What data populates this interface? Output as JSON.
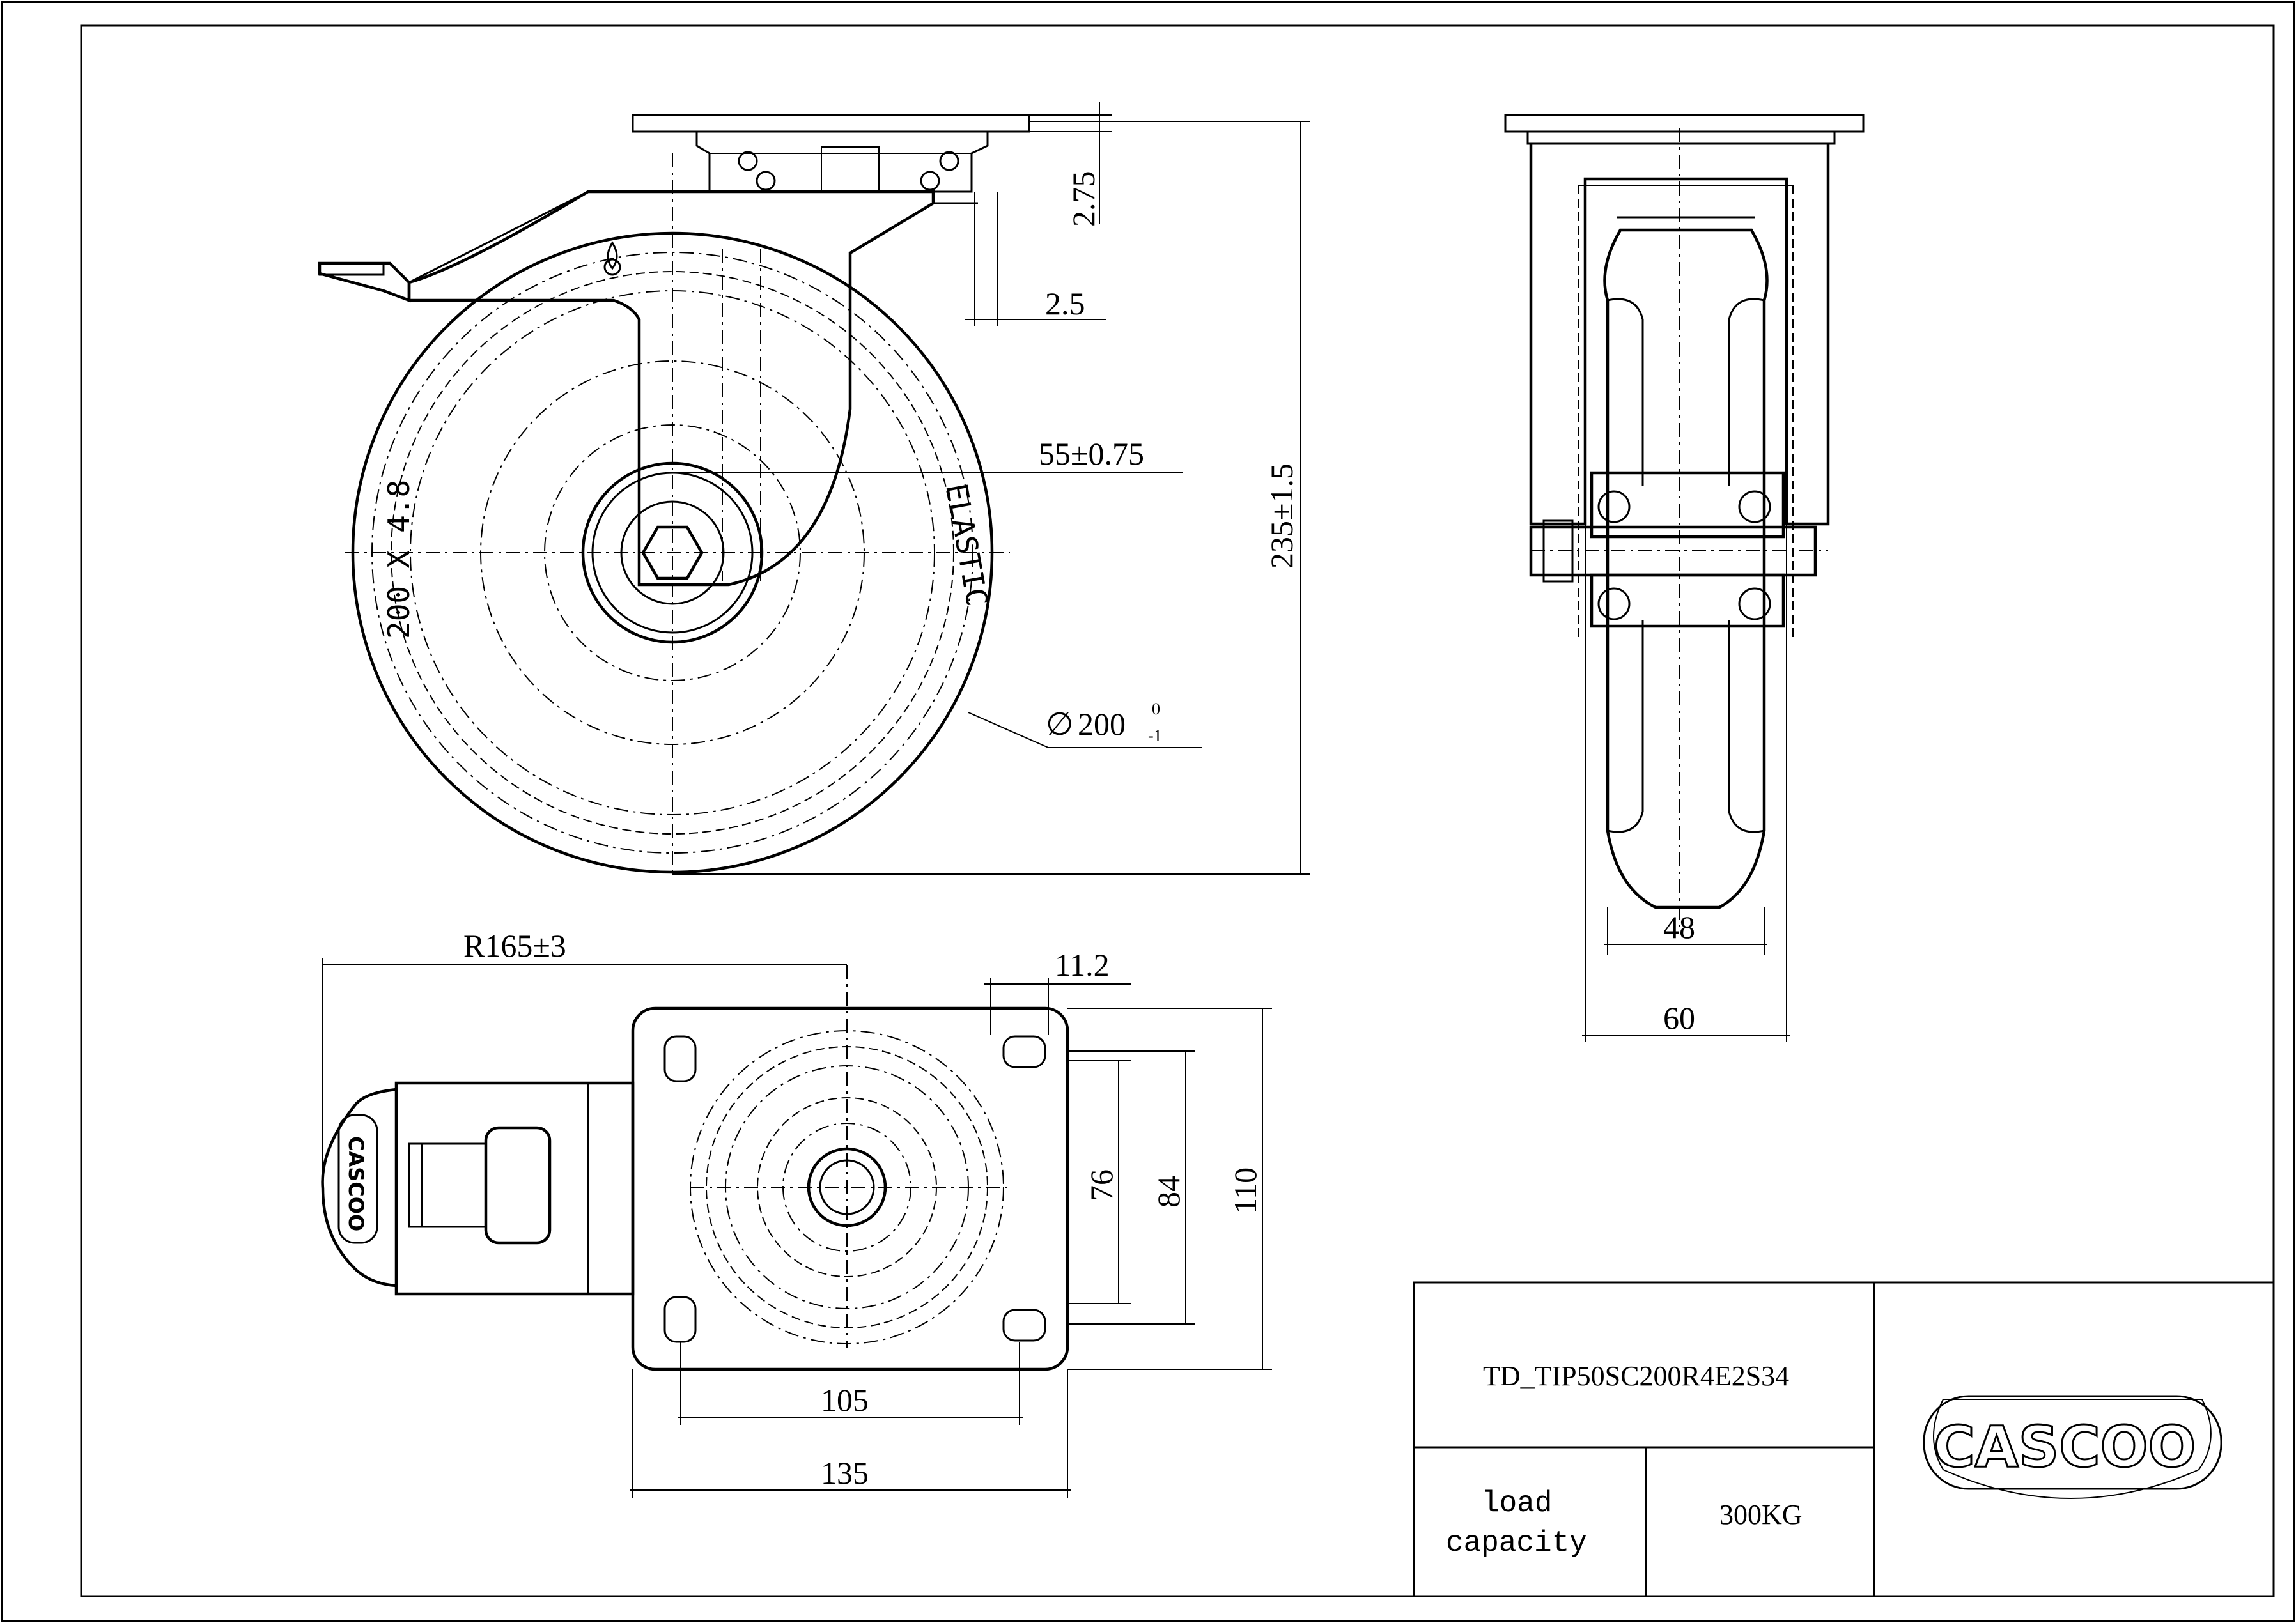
{
  "dimensions": {
    "d_275": "2.75",
    "d_25": "2.5",
    "d_offset": "55±0.75",
    "d_height": "235±1.5",
    "d_wheel_dia": "200",
    "d_wheel_tol_upper": "0",
    "d_wheel_tol_lower": "-1",
    "d_radius": "R165±3",
    "d_112": "11.2",
    "d_76": "76",
    "d_84": "84",
    "d_110": "110",
    "d_105": "105",
    "d_135": "135",
    "d_48": "48",
    "d_60": "60"
  },
  "wheel_markings": {
    "size": "200 X 4.8",
    "material": "ELASTIC"
  },
  "brand": {
    "name": "CASCOO",
    "pedal_logo": "CASCOO"
  },
  "title_block": {
    "part_number": "TD_TIP50SC200R4E2S34",
    "load_label_line1": "load",
    "load_label_line2": "capacity",
    "load_value": "300KG"
  }
}
